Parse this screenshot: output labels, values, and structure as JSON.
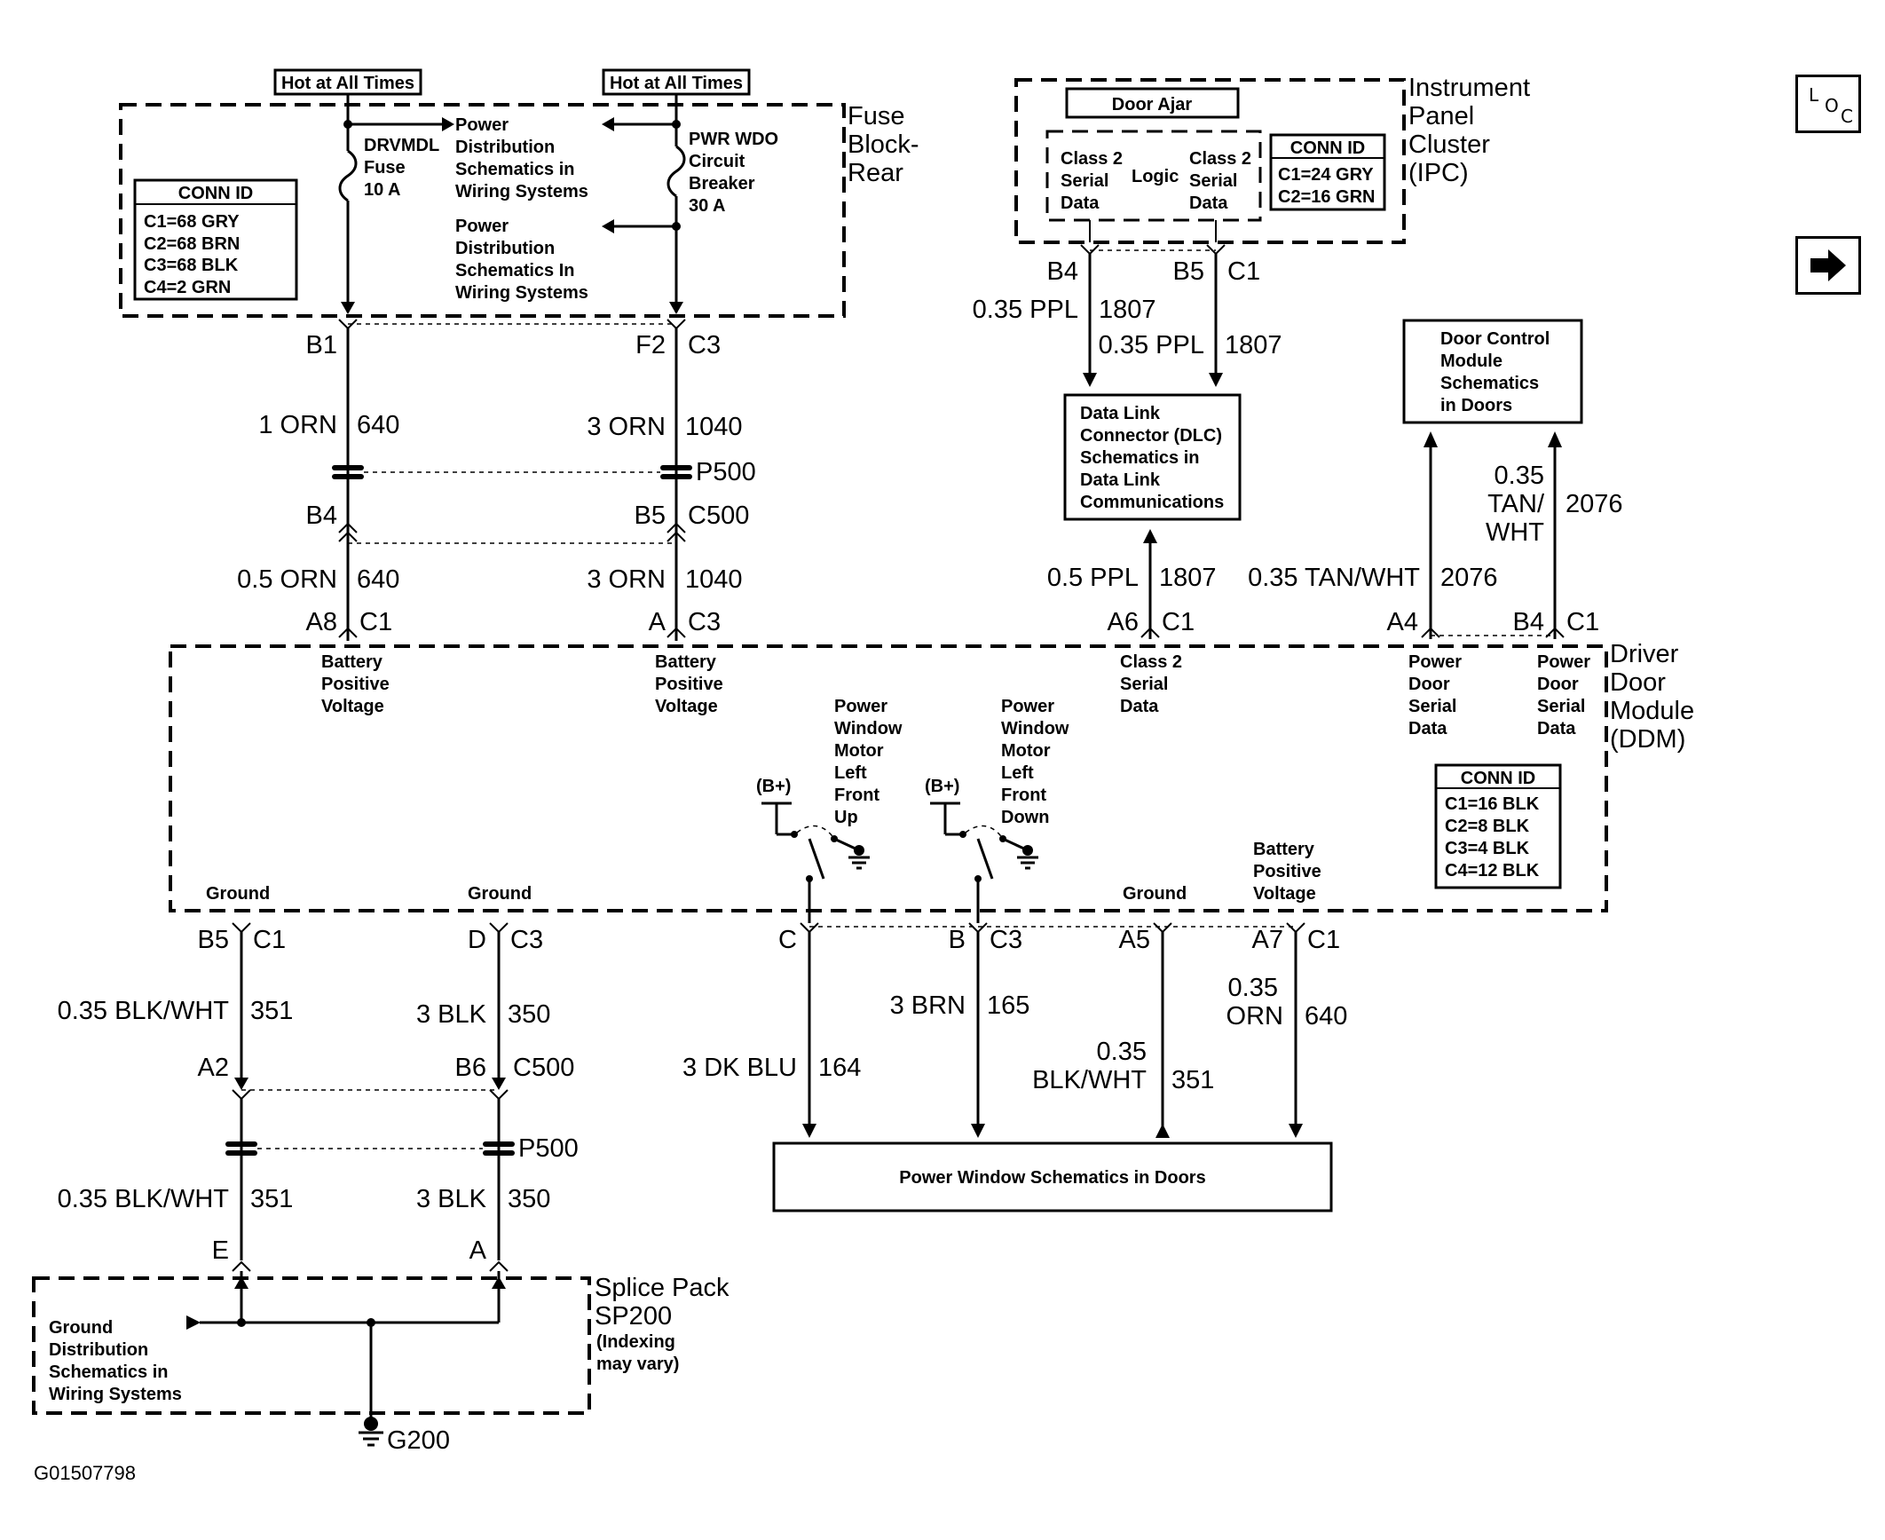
{
  "nav": {
    "loc_label": "LOC",
    "next_icon": "arrow-right-icon"
  },
  "fuse_block": {
    "title_lines": [
      "Fuse",
      "Block-",
      "Rear"
    ],
    "hot_left": "Hot at All Times",
    "hot_right": "Hot at All Times",
    "fuse_lines": [
      "DRVMDL",
      "Fuse",
      "10 A"
    ],
    "breaker_lines": [
      "PWR WDO",
      "Circuit",
      "Breaker",
      "30 A"
    ],
    "pd1_lines": [
      "Power",
      "Distribution",
      "Schematics in",
      "Wiring Systems"
    ],
    "pd2_lines": [
      "Power",
      "Distribution",
      "Schematics In",
      "Wiring Systems"
    ],
    "conn_title": "CONN ID",
    "conn": [
      "C1=68 GRY",
      "C2=68 BRN",
      "C3=68 BLK",
      "C4=2 GRN"
    ]
  },
  "ipc": {
    "title_lines": [
      "Instrument",
      "Panel",
      "Cluster",
      "(IPC)"
    ],
    "door_ajar": "Door Ajar",
    "left_lines": [
      "Class 2",
      "Serial",
      "Data"
    ],
    "logic": "Logic",
    "right_lines": [
      "Class 2",
      "Serial",
      "Data"
    ],
    "conn_title": "CONN ID",
    "conn": [
      "C1=24 GRY",
      "C2=16 GRN"
    ]
  },
  "dlc_box": [
    "Data Link",
    "Connector (DLC)",
    "Schematics in",
    "Data Link",
    "Communications"
  ],
  "dcm_box": [
    "Door Control",
    "Module",
    "Schematics",
    "in Doors"
  ],
  "ddm": {
    "title_lines": [
      "Driver",
      "Door",
      "Module",
      "(DDM)"
    ],
    "bpv1": [
      "Battery",
      "Positive",
      "Voltage"
    ],
    "bpv2": [
      "Battery",
      "Positive",
      "Voltage"
    ],
    "c2sd": [
      "Class 2",
      "Serial",
      "Data"
    ],
    "pdsd1": [
      "Power",
      "Door",
      "Serial",
      "Data"
    ],
    "pdsd2": [
      "Power",
      "Door",
      "Serial",
      "Data"
    ],
    "motor_up": [
      "Power",
      "Window",
      "Motor",
      "Left",
      "Front",
      "Up"
    ],
    "motor_down": [
      "Power",
      "Window",
      "Motor",
      "Left",
      "Front",
      "Down"
    ],
    "bplus": "(B+)",
    "ground": "Ground",
    "bpv3": [
      "Battery",
      "Positive",
      "Voltage"
    ],
    "conn_title": "CONN ID",
    "conn": [
      "C1=16 BLK",
      "C2=8 BLK",
      "C3=4 BLK",
      "C4=12 BLK"
    ]
  },
  "pw_box": "Power Window Schematics in Doors",
  "splice": {
    "title_lines": [
      "Splice Pack",
      "SP200"
    ],
    "note_lines": [
      "(Indexing",
      "may vary)"
    ],
    "gd_lines": [
      "Ground",
      "Distribution",
      "Schematics in",
      "Wiring Systems"
    ],
    "ground_id": "G200"
  },
  "pins": {
    "b1": "B1",
    "f2": "F2",
    "c3a": "C3",
    "b4a": "B4",
    "b5a": "B5",
    "c500a": "C500",
    "a8": "A8",
    "c1a": "C1",
    "a": "A",
    "c3b": "C3",
    "ipc_b4": "B4",
    "ipc_b5": "B5",
    "ipc_c1": "C1",
    "a6": "A6",
    "c1b": "C1",
    "a4": "A4",
    "b4b": "B4",
    "c1c": "C1",
    "b5b": "B5",
    "c1d": "C1",
    "d": "D",
    "c3c": "C3",
    "c": "C",
    "b": "B",
    "c3d": "C3",
    "a5": "A5",
    "a7": "A7",
    "c1e": "C1",
    "a2": "A2",
    "b6": "B6",
    "c500b": "C500",
    "e": "E",
    "a_sp": "A",
    "p500a": "P500",
    "p500b": "P500"
  },
  "wires": {
    "w1_gauge": "1 ORN",
    "w1_num": "640",
    "w2_gauge": "3 ORN",
    "w2_num": "1040",
    "w3_gauge": "0.5 ORN",
    "w3_num": "640",
    "w4_gauge": "3 ORN",
    "w4_num": "1040",
    "ppl1_gauge": "0.35 PPL",
    "ppl1_num": "1807",
    "ppl2_gauge": "0.35 PPL",
    "ppl2_num": "1807",
    "ppl3_gauge": "0.5 PPL",
    "ppl3_num": "1807",
    "tw1_gauge": "0.35 TAN/WHT",
    "tw1_num": "2076",
    "tw2_lines": [
      "0.35",
      "TAN/",
      "WHT"
    ],
    "tw2_num": "2076",
    "g1_gauge": "0.35 BLK/WHT",
    "g1_num": "351",
    "g2_gauge": "3 BLK",
    "g2_num": "350",
    "blu_gauge": "3 DK BLU",
    "blu_num": "164",
    "brn_gauge": "3 BRN",
    "brn_num": "165",
    "bw_lines": [
      "0.35",
      "BLK/WHT"
    ],
    "bw_num": "351",
    "orn_lines": [
      "0.35",
      "ORN"
    ],
    "orn_num": "640",
    "g3_gauge": "0.35 BLK/WHT",
    "g3_num": "351",
    "g4_gauge": "3 BLK",
    "g4_num": "350"
  },
  "figure_id": "G01507798"
}
